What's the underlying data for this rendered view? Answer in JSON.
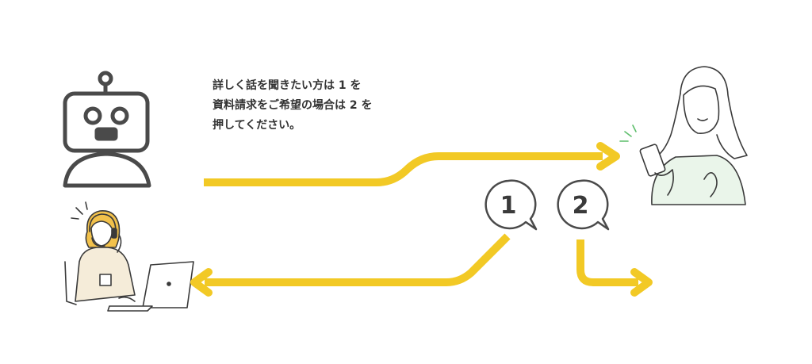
{
  "message": {
    "line1": "詳しく話を聞きたい方は 1 を",
    "line2": "資料請求をご希望の場合は 2 を",
    "line3": "押してください。"
  },
  "options": [
    {
      "label": "1"
    },
    {
      "label": "2"
    }
  ],
  "colors": {
    "arrow": "#f2c925",
    "outline": "#4a4a4a",
    "robot_fill": "#ffffff",
    "accent_green": "#5cbd6a",
    "operator_hair": "#f2c14b"
  },
  "icons": {
    "robot": "robot-icon",
    "operator": "operator-icon",
    "customer": "customer-icon"
  }
}
